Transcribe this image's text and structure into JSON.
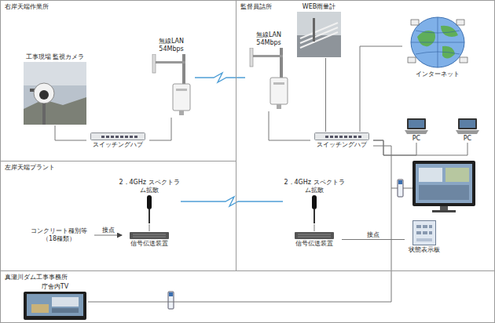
{
  "diagram": {
    "nodes": [
      {
        "text": [
          "右岸天端作業所"
        ]
      },
      {
        "text": [
          "工事現場 監視カメラ"
        ],
        "in": 0
      },
      {
        "text": [
          "無線LAN 54Mbps"
        ],
        "in": 0
      },
      {
        "text": [
          "スイッチングハブ"
        ],
        "in": 0
      },
      {
        "text": [
          "監督員詰所"
        ]
      },
      {
        "text": [
          "WEB雨量計"
        ],
        "in": 4
      },
      {
        "text": [
          "無線LAN 54Mbps"
        ],
        "in": 4
      },
      {
        "text": [
          "インターネット"
        ],
        "in": 4
      },
      {
        "text": [
          "スイッチングハブ"
        ],
        "in": 4
      },
      {
        "text": [
          "PC"
        ],
        "in": 4
      },
      {
        "text": [
          "PC"
        ],
        "in": 4
      },
      {
        "text": [
          "左岸天端プラント"
        ]
      },
      {
        "text": [
          "コンクリート種別等 （18種類）"
        ],
        "in": 11
      },
      {
        "text": [
          "2．4GHz スペクトラム拡散"
        ],
        "in": 11
      },
      {
        "text": [
          "信号伝送装置"
        ],
        "in": 11
      },
      {
        "text": [
          "2．4GHz スペクトラム拡散"
        ],
        "in": 4
      },
      {
        "text": [
          "信号伝送装置"
        ],
        "in": 4
      },
      {
        "text": [
          "状態表示板"
        ],
        "in": 4
      },
      {
        "text": [
          "真瀬川ダム工事事務所"
        ]
      },
      {
        "text": [
          "庁舎内TV"
        ],
        "in": 18
      }
    ],
    "edges": [
      {
        "from": 1,
        "to": 3,
        "arrow": "none"
      },
      {
        "from": 2,
        "to": 3,
        "arrow": "none"
      },
      {
        "from": 2,
        "to": 6,
        "arrow": "none"
      },
      {
        "from": 6,
        "to": 8,
        "arrow": "none"
      },
      {
        "from": 5,
        "to": 8,
        "arrow": "none"
      },
      {
        "from": 7,
        "to": 8,
        "arrow": "none"
      },
      {
        "from": 9,
        "to": 8,
        "arrow": "none"
      },
      {
        "from": 10,
        "to": 8,
        "arrow": "none"
      },
      {
        "from": 8,
        "to": 19,
        "arrow": "none"
      },
      {
        "from": 12,
        "to": 14,
        "label": "接点",
        "arrow": "to"
      },
      {
        "from": 13,
        "to": 14,
        "arrow": "none"
      },
      {
        "from": 13,
        "to": 15,
        "arrow": "none"
      },
      {
        "from": 15,
        "to": 16,
        "arrow": "none"
      },
      {
        "from": 16,
        "to": 17,
        "label": "接点",
        "arrow": "none"
      }
    ]
  }
}
